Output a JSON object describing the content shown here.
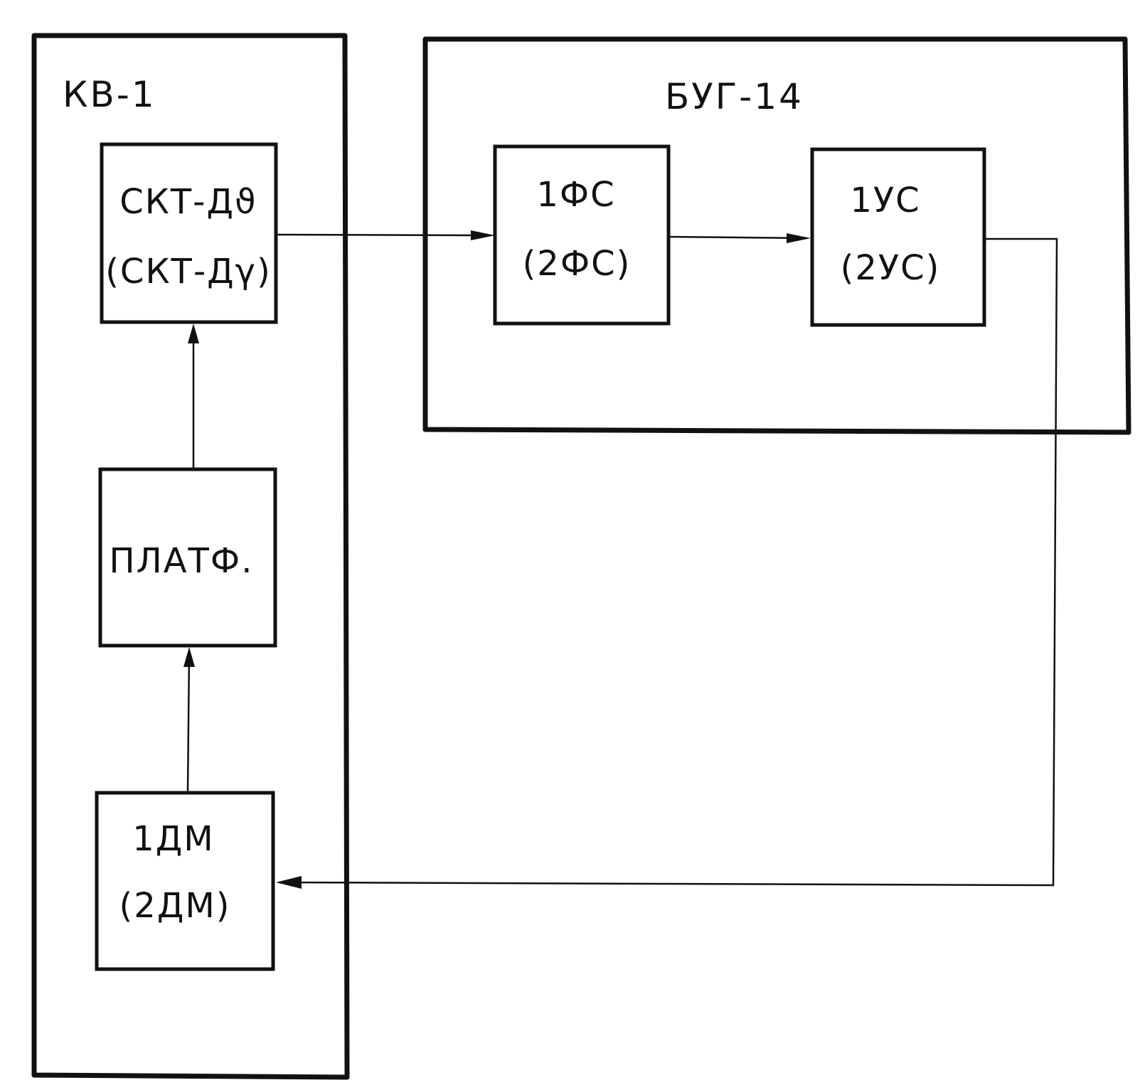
{
  "kv_group": {
    "label": "КВ-1",
    "blocks": {
      "skt": {
        "line1": "СКТ-Дϑ",
        "line2": "(СКТ-Дγ)"
      },
      "platf": {
        "line1": "ПЛАТФ."
      },
      "dm": {
        "line1": "1ДМ",
        "line2": "(2ДМ)"
      }
    }
  },
  "bug_group": {
    "label": "БУГ-14",
    "blocks": {
      "fs": {
        "line1": "1ФС",
        "line2": "(2ФС)"
      },
      "us": {
        "line1": "1УС",
        "line2": "(2УС)"
      }
    }
  },
  "connections": [
    {
      "from": "dm",
      "to": "platf"
    },
    {
      "from": "platf",
      "to": "skt"
    },
    {
      "from": "skt",
      "to": "fs"
    },
    {
      "from": "fs",
      "to": "us"
    },
    {
      "from": "us",
      "to": "dm"
    }
  ]
}
